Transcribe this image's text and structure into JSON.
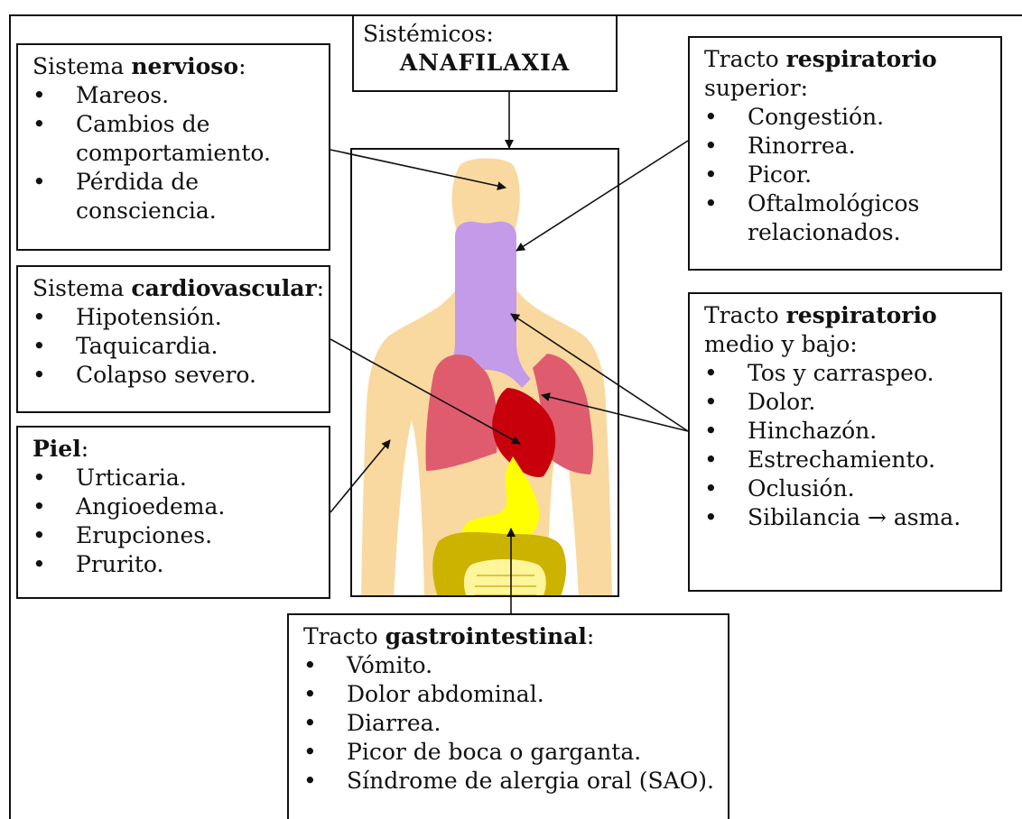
{
  "systemic": {
    "title": "Sistémicos:",
    "subtitle": "ANAFILAXIA"
  },
  "nervous": {
    "head_plain": "Sistema ",
    "head_bold": "nervioso",
    "head_tail": ":",
    "items": [
      "Mareos.",
      "Cambios de comportamiento.",
      "Pérdida de consciencia."
    ]
  },
  "cardiovascular": {
    "head_plain": "Sistema ",
    "head_bold": "cardiovascular",
    "head_tail": ":",
    "items": [
      "Hipotensión.",
      "Taquicardia.",
      "Colapso severo."
    ]
  },
  "skin": {
    "head_bold": "Piel",
    "head_tail": ":",
    "items": [
      "Urticaria.",
      "Angioedema.",
      "Erupciones.",
      "Prurito."
    ]
  },
  "upper_respiratory": {
    "head_plain": "Tracto ",
    "head_bold": "respiratorio",
    "head_line2": "superior:",
    "items": [
      "Congestión.",
      "Rinorrea.",
      "Picor.",
      "Oftalmológicos relacionados."
    ]
  },
  "lower_respiratory": {
    "head_plain": "Tracto ",
    "head_bold": "respiratorio",
    "head_line2": "medio y bajo:",
    "items": [
      "Tos y carraspeo.",
      "Dolor.",
      "Hinchazón.",
      "Estrechamiento.",
      "Oclusión.",
      "Sibilancia → asma."
    ]
  },
  "gastrointestinal": {
    "head_plain": "Tracto ",
    "head_bold": "gastrointestinal",
    "head_tail": ":",
    "items": [
      "Vómito.",
      "Dolor abdominal.",
      "Diarrea.",
      "Picor de boca o garganta.",
      "Síndrome de alergia oral (SAO)."
    ]
  },
  "colors": {
    "skin": "#f9d9a0",
    "trachea": "#c49be8",
    "lungs": "#df5c6f",
    "heart": "#c8000b",
    "stomach": "#ffff00",
    "intestine": "#cbb300",
    "intestine_inner": "#fff59a"
  }
}
